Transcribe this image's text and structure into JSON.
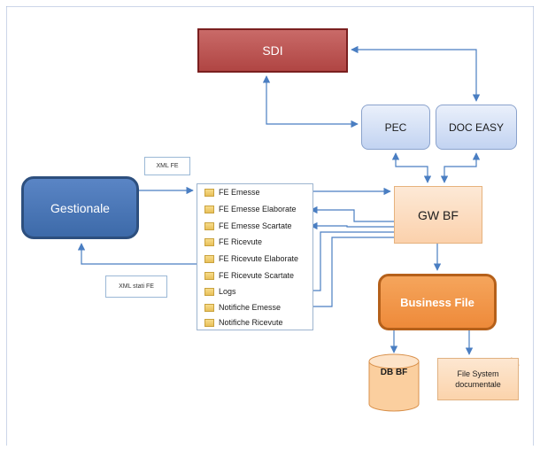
{
  "nodes": {
    "sdi": "SDI",
    "pec": "PEC",
    "doc_easy": "DOC EASY",
    "gestionale": "Gestionale",
    "gw_bf": "GW BF",
    "business_file": "Business File",
    "db_bf": "DB BF",
    "file_system_line1": "File System",
    "file_system_line2": "documentale"
  },
  "notes": {
    "xml_fe": "XML FE",
    "xml_stati_fe": "XML stati FE"
  },
  "folders": [
    "FE Emesse",
    "FE Emesse Elaborate",
    "FE Emesse Scartate",
    "FE Ricevute",
    "FE Ricevute Elaborate",
    "FE Ricevute Scartate",
    "Logs",
    "Notifiche Emesse",
    "Notifiche Ricevute"
  ],
  "colors": {
    "arrow": "#4a7ec2",
    "sdi_fill": "#c0504d",
    "gestionale_fill": "#4f81bd",
    "business_file_fill": "#f79646",
    "gw_bf_fill": "#fcd5b4",
    "pec_fill": "#c6d9f1"
  },
  "icons": [
    "folder-icon",
    "database-cylinder-icon"
  ]
}
